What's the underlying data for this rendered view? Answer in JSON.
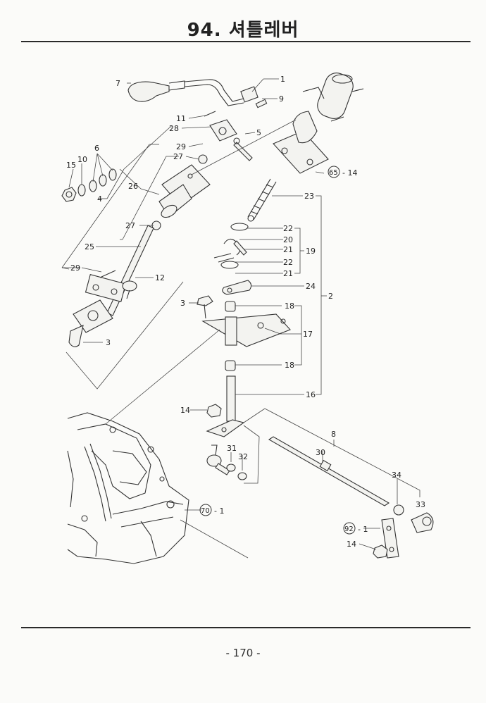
{
  "header": {
    "title": "94. 셔틀레버"
  },
  "footer": {
    "page_number": "- 170 -"
  },
  "callouts": {
    "c1": "1",
    "c9": "9",
    "c7": "7",
    "c11": "11",
    "c28": "28",
    "c5": "5",
    "c29a": "29",
    "c27a": "27",
    "c6": "6",
    "c15": "15",
    "c10": "10",
    "c26": "26",
    "c4": "4",
    "c65": "65",
    "c14a": "- 14",
    "c23": "23",
    "c27b": "27",
    "c22a": "22",
    "c20": "20",
    "c21a": "21",
    "c19": "19",
    "c22b": "22",
    "c21b": "21",
    "c25": "25",
    "c29b": "29",
    "c12": "12",
    "c24": "24",
    "c2": "2",
    "c3a": "3",
    "c18a": "18",
    "c17": "17",
    "c3b": "3",
    "c18b": "18",
    "c16": "16",
    "c14b": "14",
    "c8": "8",
    "c30": "30",
    "c31": "31",
    "c32": "32",
    "c34": "34",
    "c33": "33",
    "c70": "70",
    "c70s": "- 1",
    "c92": "92",
    "c92s": "- 1",
    "c14c": "14"
  }
}
